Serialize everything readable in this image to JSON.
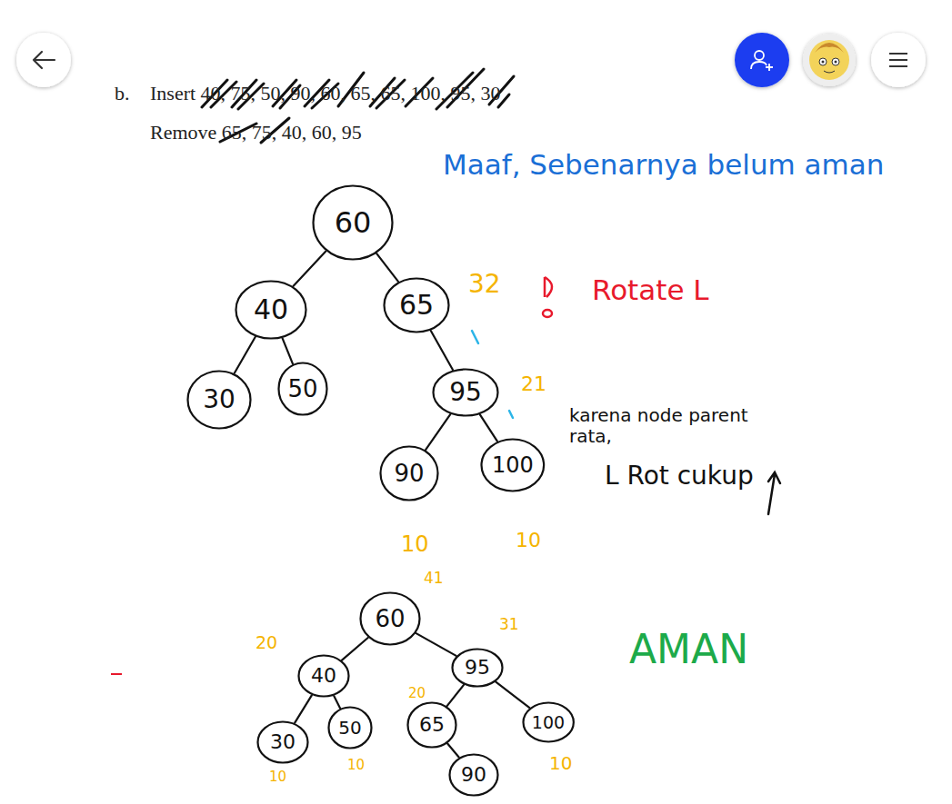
{
  "diagram": {
    "nodes": [
      {
        "text": [
          "60"
        ]
      },
      {
        "text": [
          "40"
        ]
      },
      {
        "text": [
          "65"
        ]
      },
      {
        "text": [
          "30"
        ]
      },
      {
        "text": [
          "50"
        ]
      },
      {
        "text": [
          "95"
        ]
      },
      {
        "text": [
          "90"
        ]
      },
      {
        "text": [
          "100"
        ]
      },
      {
        "text": [
          "60"
        ]
      },
      {
        "text": [
          "40"
        ]
      },
      {
        "text": [
          "95"
        ]
      },
      {
        "text": [
          "30"
        ]
      },
      {
        "text": [
          "50"
        ]
      },
      {
        "text": [
          "65"
        ]
      },
      {
        "text": [
          "100"
        ]
      },
      {
        "text": [
          "90"
        ]
      }
    ],
    "edges": [
      {
        "from": 0,
        "to": 1,
        "arrow": "none"
      },
      {
        "from": 0,
        "to": 2,
        "arrow": "none"
      },
      {
        "from": 1,
        "to": 3,
        "arrow": "none"
      },
      {
        "from": 1,
        "to": 4,
        "arrow": "none"
      },
      {
        "from": 2,
        "to": 5,
        "arrow": "none"
      },
      {
        "from": 5,
        "to": 6,
        "arrow": "none"
      },
      {
        "from": 5,
        "to": 7,
        "arrow": "none"
      },
      {
        "from": 8,
        "to": 9,
        "arrow": "none"
      },
      {
        "from": 8,
        "to": 10,
        "arrow": "none"
      },
      {
        "from": 9,
        "to": 11,
        "arrow": "none"
      },
      {
        "from": 9,
        "to": 12,
        "arrow": "none"
      },
      {
        "from": 10,
        "to": 13,
        "arrow": "none"
      },
      {
        "from": 10,
        "to": 14,
        "arrow": "none"
      },
      {
        "from": 13,
        "to": 15,
        "arrow": "none"
      }
    ],
    "labels": [
      "b.",
      "Insert 40, 75, 50, 90, 60, 65, 65, 100, 95, 30",
      "Remove 65, 75, 40, 60, 95",
      "Maaf, Sebenarnya belum aman",
      "32",
      "Rotate L",
      "21",
      "karena node parent rata,",
      "L Rot cukup",
      "10",
      "10",
      "41",
      "20",
      "31",
      "AMAN",
      "20",
      "10",
      "10",
      "10"
    ]
  }
}
